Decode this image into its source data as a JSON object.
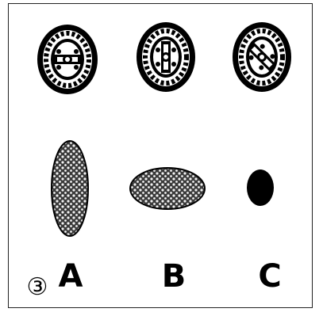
{
  "figure": {
    "marker": "③",
    "panels": [
      {
        "label": "A"
      },
      {
        "label": "B"
      },
      {
        "label": "C"
      }
    ]
  }
}
